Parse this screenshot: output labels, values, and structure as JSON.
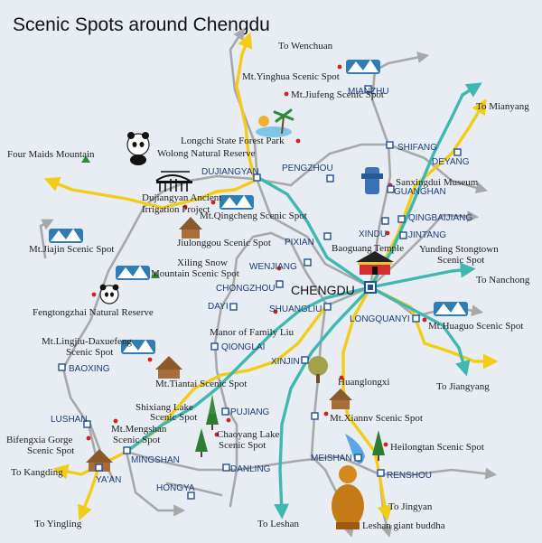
{
  "title": "Scenic Spots around Chengdu",
  "colors": {
    "background": "#e7edf2",
    "highway_main": "#3fb8b0",
    "highway_secondary": "#f3cc1a",
    "road_minor": "#a8a8a8",
    "city_marker": "#1f4e9c",
    "scenic_dot": "#d21f1f"
  },
  "center_city": "CHENGDU",
  "cities": [
    {
      "name": "MIANZHU"
    },
    {
      "name": "SHIFANG"
    },
    {
      "name": "DEYANG"
    },
    {
      "name": "DUJIANGYAN"
    },
    {
      "name": "PENGZHOU"
    },
    {
      "name": "GUANGHAN"
    },
    {
      "name": "QINGBAIJIANG"
    },
    {
      "name": "XINDU"
    },
    {
      "name": "JINTANG"
    },
    {
      "name": "PIXIAN"
    },
    {
      "name": "WENJIANG"
    },
    {
      "name": "CHONGZHOU"
    },
    {
      "name": "DAYI"
    },
    {
      "name": "SHUANGLIU"
    },
    {
      "name": "LONGQUANYI"
    },
    {
      "name": "QIONGLAI"
    },
    {
      "name": "XINJIN"
    },
    {
      "name": "BAOXING"
    },
    {
      "name": "LUSHAN"
    },
    {
      "name": "PUJIANG"
    },
    {
      "name": "MINGSHAN"
    },
    {
      "name": "YA'AN"
    },
    {
      "name": "DANLING"
    },
    {
      "name": "MEISHAN"
    },
    {
      "name": "RENSHOU"
    },
    {
      "name": "HONGYA"
    }
  ],
  "scenic_spots": [
    "Mt.Yinghua Scenic Spot",
    "Mt.Jiufeng Scenic Spot",
    "Longchi State Forest Park",
    "Wolong Natural Reserve",
    "Four Maids Mountain",
    "Dujiangyan Ancient",
    "Irrigation Project",
    "Mt.Qingcheng Scenic Spot",
    "Jiulonggou Scenic Spot",
    "Sanxingdui Museum",
    "Baoguang Temple",
    "Yunding Stongtown",
    "Scenic Spot",
    "Mt.Jiajin Scenic Spot",
    "Xiling Snow",
    "Mountain Scenic Spot",
    "Fengtongzhai Natural Reserve",
    "Manor of Family Liu",
    "Mt.Huaguo Scenic Spot",
    "Mt.Lingjiu-Daxuefeng",
    "Scenic Spot",
    "Mt.Tiantai Scenic Spot",
    "Huanglongxi",
    "Shixiang Lake",
    "Scenic Spot",
    "Mt.Xiannv Scenic Spot",
    "Mt.Mengshan",
    "Scenic Spot",
    "Chaoyang Lake",
    "Scenic Spot",
    "Bifengxia Gorge",
    "Scenic Spot",
    "Heilongtan Scenic Spot",
    "Leshan giant buddha"
  ],
  "directions": [
    "To Wenchuan",
    "To Mianyang",
    "To Nanchong",
    "To Jiangyang",
    "To Kangding",
    "To Yingling",
    "To Leshan",
    "To Jingyan"
  ]
}
